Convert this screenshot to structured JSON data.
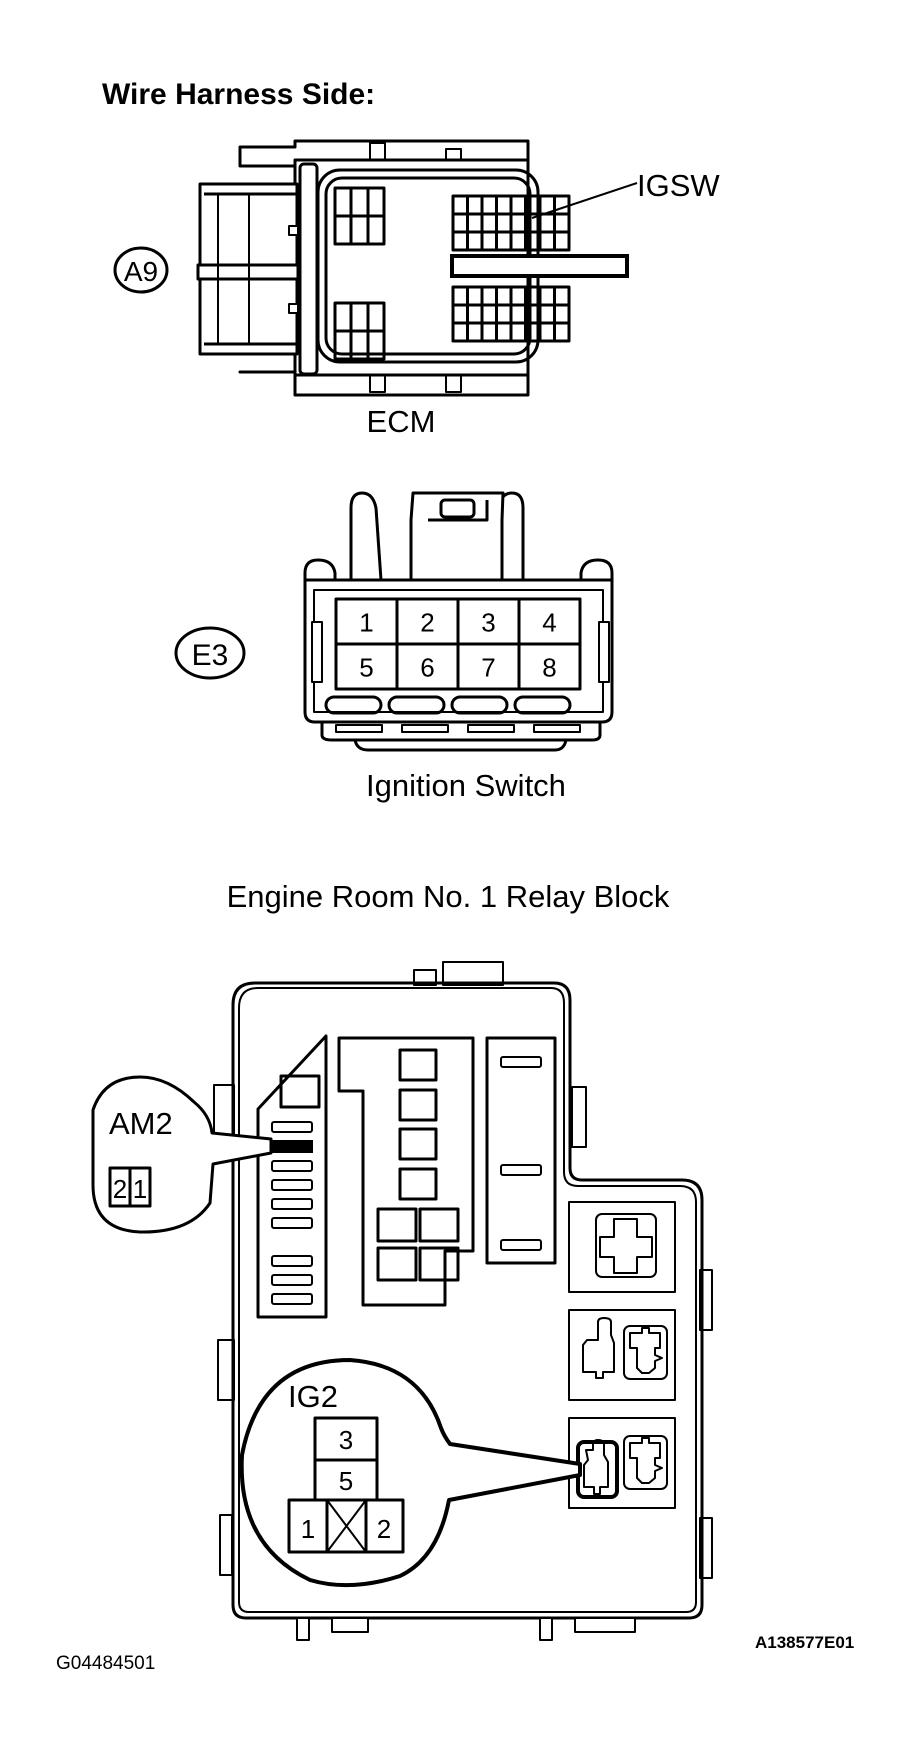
{
  "page": {
    "heading": "Wire Harness Side:",
    "figure_code_left": "G04484501",
    "figure_code_right": "A138577E01"
  },
  "ecm_connector": {
    "id_badge": "A9",
    "component_label": "ECM",
    "terminal_callout": "IGSW"
  },
  "ignition_switch_connector": {
    "id_badge": "E3",
    "component_label": "Ignition Switch",
    "pins_top_row": [
      "1",
      "2",
      "3",
      "4"
    ],
    "pins_bottom_row": [
      "5",
      "6",
      "7",
      "8"
    ]
  },
  "relay_block": {
    "title": "Engine Room No. 1 Relay Block",
    "am2_callout": {
      "label": "AM2",
      "pins": [
        "2",
        "1"
      ]
    },
    "ig2_callout": {
      "label": "IG2",
      "pin_top": "3",
      "pin_middle": "5",
      "pin_left": "1",
      "pin_right": "2"
    }
  }
}
